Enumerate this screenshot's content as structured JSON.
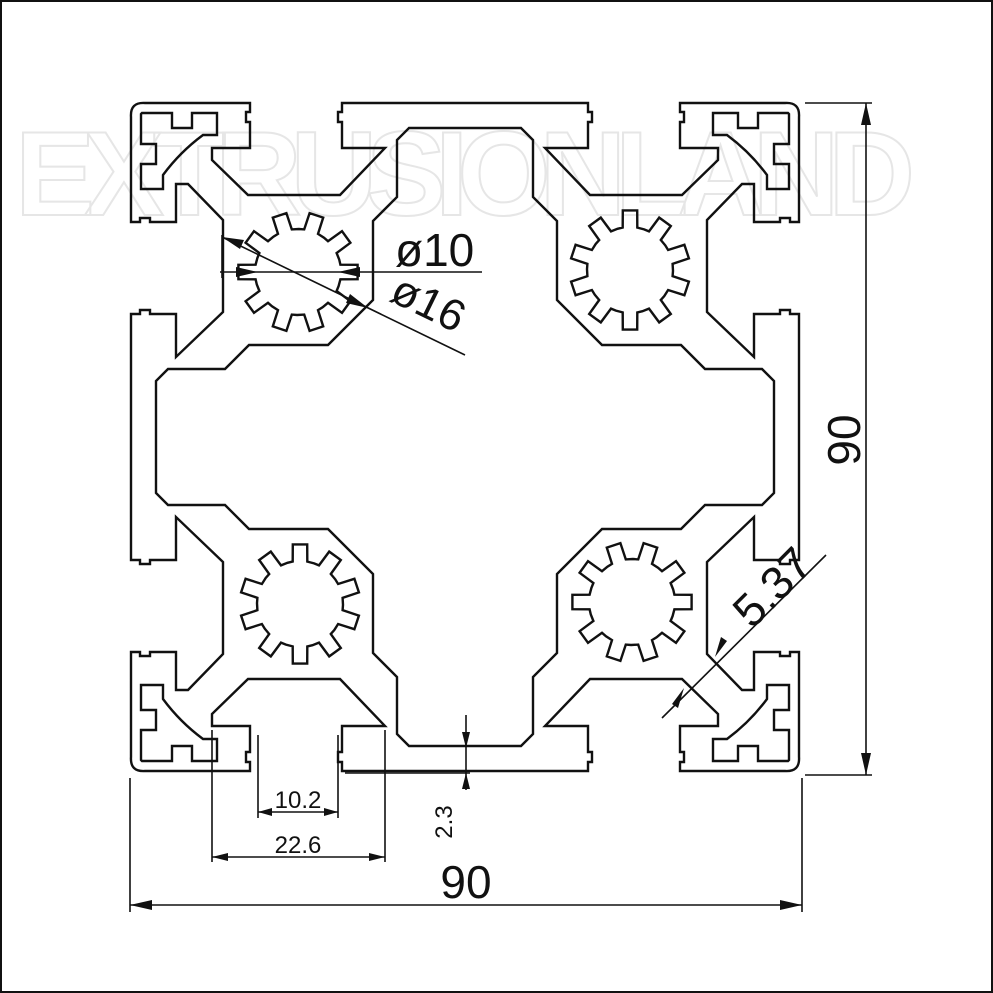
{
  "drawing": {
    "title": "90x90 aluminum extrusion profile",
    "watermark": "EXTRUSIONLAND",
    "dimensions": {
      "bore_inner": "ø10",
      "bore_outer": "ø16",
      "height": "90",
      "width": "90",
      "wall_diagonal": "5.37",
      "slot_opening": "10.2",
      "slot_inner_width": "22.6",
      "wall_thickness": "2.3"
    },
    "colors": {
      "line": "#111111",
      "background": "#ffffff",
      "watermark": "#e6e6e6"
    }
  }
}
